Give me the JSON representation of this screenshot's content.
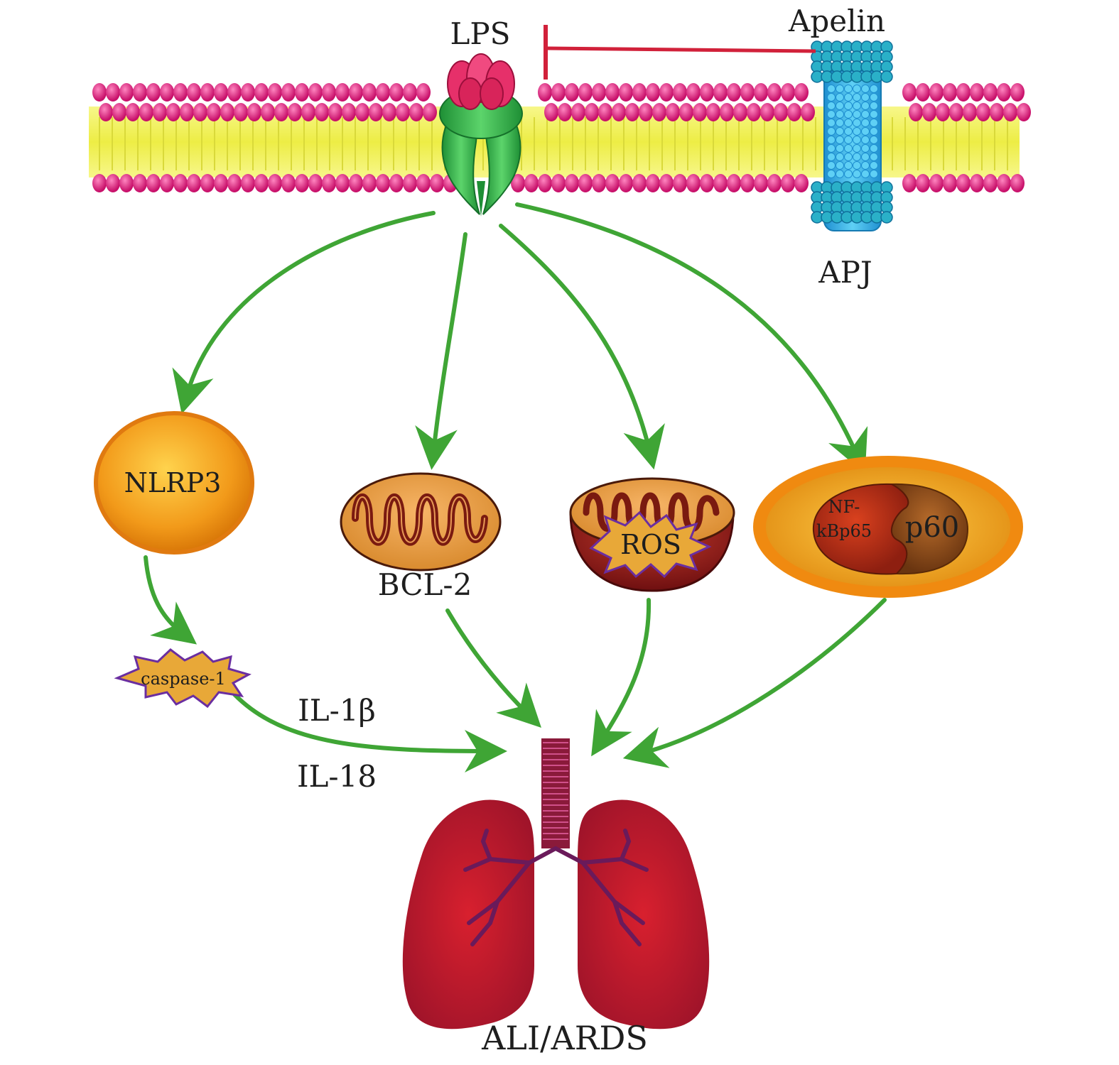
{
  "labels": {
    "lps": "LPS",
    "apelin": "Apelin",
    "apj": "APJ",
    "nlrp3": "NLRP3",
    "bcl2": "BCL-2",
    "ros": "ROS",
    "nfkb_line1": "NF-",
    "nfkb_line2": "kBp65",
    "p60": "p60",
    "caspase1": "caspase-1",
    "il1b": "IL-1β",
    "il18": "IL-18",
    "outcome": "ALI/ARDS"
  },
  "colors": {
    "membrane_head": "#e0187a",
    "membrane_tail": "#f2f25a",
    "receptor_green": "#2fb54a",
    "lps_red": "#d8245a",
    "apj_blue": "#2aa7d8",
    "inhibit_red": "#d1213a",
    "arrow_green": "#3fa535",
    "organelle_orange": "#f5a623",
    "mito_inner": "#8b1e12",
    "lung_red": "#b0182a"
  }
}
